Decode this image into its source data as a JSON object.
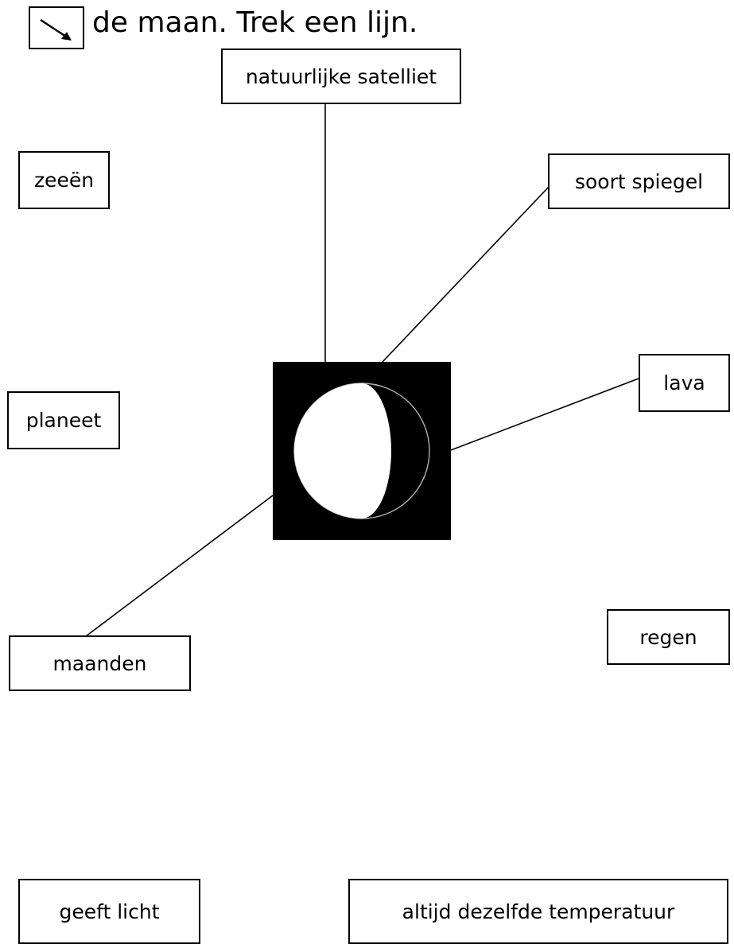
{
  "instruction": {
    "icon": "arrow-down-right-icon",
    "text": "de maan. Trek een lijn."
  },
  "labels": {
    "natuurlijke_satelliet": "natuurlijke satelliet",
    "zeeen": "zeeën",
    "soort_spiegel": "soort spiegel",
    "lava": "lava",
    "planeet": "planeet",
    "maanden": "maanden",
    "regen": "regen",
    "geeft_licht": "geeft licht",
    "altijd_dezelfde_temperatuur": "altijd dezelfde temperatuur"
  },
  "center_image": {
    "icon": "moon-icon",
    "background": "#000000",
    "moon_color": "#ffffff"
  },
  "connections": [
    "natuurlijke satelliet",
    "soort spiegel",
    "lava",
    "maanden"
  ]
}
